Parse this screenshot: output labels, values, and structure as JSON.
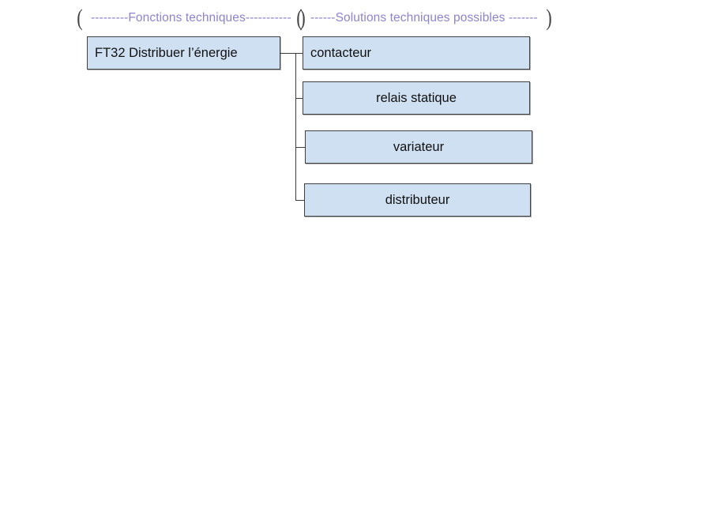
{
  "diagram": {
    "title": "FAST diagram - FT32 Distribuer l'énergie",
    "colors": {
      "box_fill": "#cfe0f2",
      "box_border": "#404040",
      "header_text": "#8c84cf",
      "connector": "#3c3c3c",
      "background": "#ffffff"
    },
    "headers": [
      {
        "open_paren": "(",
        "label": "---------Fonctions techniques-----------",
        "close_paren": ")"
      },
      {
        "open_paren": "(",
        "label": "------Solutions techniques possibles -------",
        "close_paren": ")"
      }
    ],
    "function_node": {
      "label": "FT32 Distribuer l’énergie"
    },
    "solution_nodes": [
      {
        "label": "contacteur"
      },
      {
        "label": "relais statique"
      },
      {
        "label": "variateur"
      },
      {
        "label": "distributeur"
      }
    ]
  }
}
